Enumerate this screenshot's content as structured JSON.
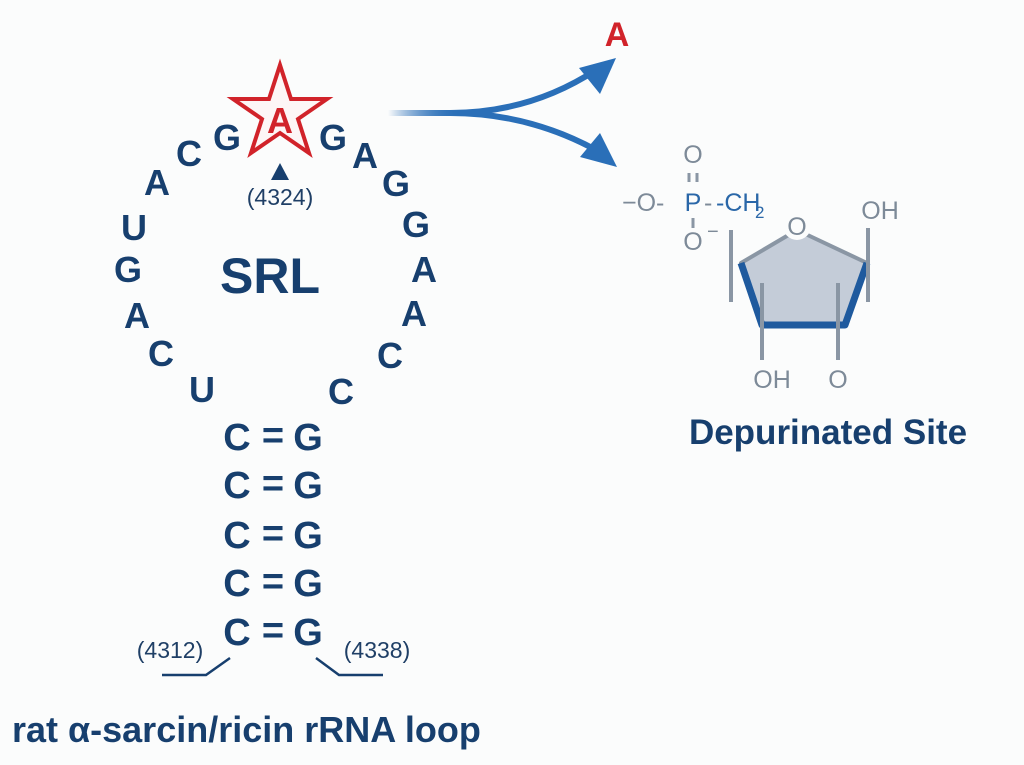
{
  "diagram": {
    "loop_label": "SRL",
    "caption": "rat α-sarcin/ricin rRNA loop",
    "target_base": {
      "letter": "A",
      "position": "(4324)",
      "highlight": "star",
      "color": "#d1232a"
    },
    "loop_left": [
      "U",
      "A",
      "C",
      "G"
    ],
    "loop_left_lower": [
      "G",
      "A",
      "C",
      "U"
    ],
    "loop_right": [
      "G",
      "A",
      "G",
      "G",
      "A",
      "A",
      "C",
      "C"
    ],
    "stem_pairs": [
      {
        "left": "C",
        "bond": "=",
        "right": "G"
      },
      {
        "left": "C",
        "bond": "=",
        "right": "G"
      },
      {
        "left": "C",
        "bond": "=",
        "right": "G"
      },
      {
        "left": "C",
        "bond": "=",
        "right": "G"
      },
      {
        "left": "C",
        "bond": "=",
        "right": "G"
      }
    ],
    "stem_start_label": "(4312)",
    "stem_end_label": "(4338)",
    "released_base": "A",
    "product": {
      "label": "Depurinated Site",
      "phosphate_top_o": "O",
      "phosphate_double_bond": "=",
      "phosphate_chain_left": "−O-",
      "phosphate_p": "P",
      "phosphate_ch2": "-CH",
      "phosphate_ch2_sub": "2",
      "phosphate_bottom_o": "O",
      "phosphate_bottom_charge": "−",
      "ring_oxygen": "O",
      "c1_substituent": "OH",
      "c3_substituent": "OH",
      "c2_substituent": "O"
    },
    "colors": {
      "navy": "#173f6e",
      "red": "#d1232a",
      "arrow_blue": "#2a6fb8",
      "ring_fill": "#c4ccd8",
      "ring_edge": "#1f5a9e",
      "gray": "#7d8a98"
    }
  }
}
